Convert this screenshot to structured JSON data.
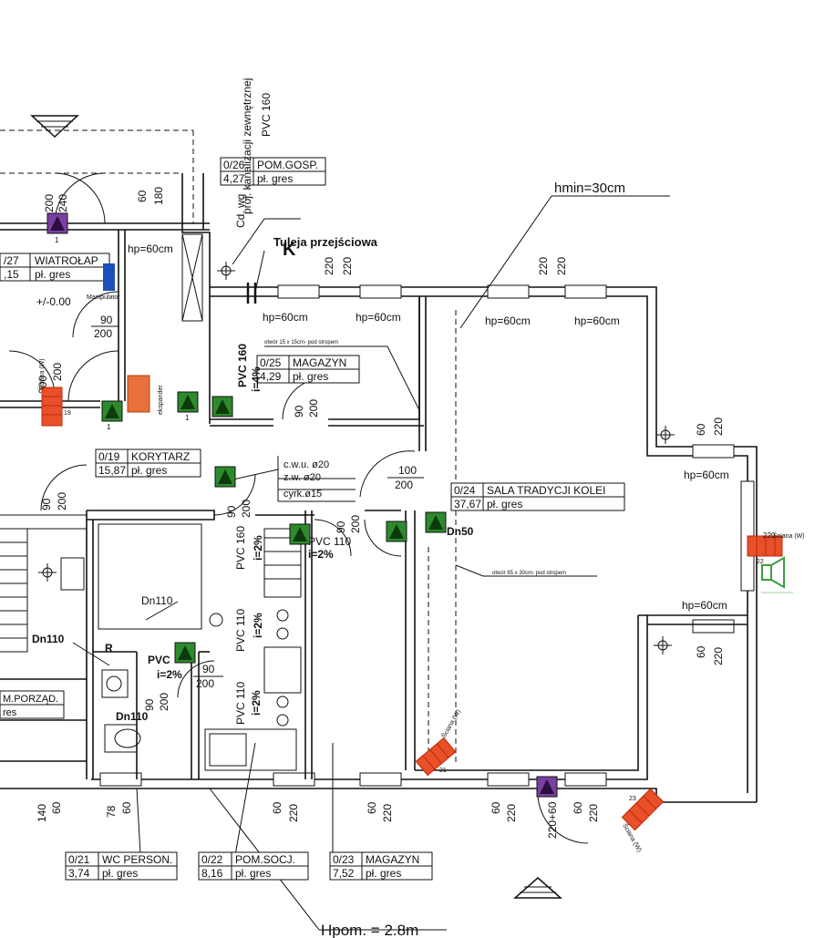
{
  "rooms": [
    {
      "id": "pom_gosp",
      "number": "0/26",
      "name": "POM.GOSP.",
      "area": "4,27",
      "floor": "pł. gres"
    },
    {
      "id": "wiatrolap",
      "number": "/27",
      "name": "WIATROŁAP",
      "area": ",15",
      "floor": "pł. gres"
    },
    {
      "id": "magazyn25",
      "number": "0/25",
      "name": "MAGAZYN",
      "area": "4,29",
      "floor": "pł. gres"
    },
    {
      "id": "korytarz",
      "number": "0/19",
      "name": "KORYTARZ",
      "area": "15,87",
      "floor": "pł. gres"
    },
    {
      "id": "sala",
      "number": "0/24",
      "name": "SALA TRADYCJI KOLEI",
      "area": "37,67",
      "floor": "pł. gres"
    },
    {
      "id": "wc",
      "number": "0/21",
      "name": "WC PERSON.",
      "area": "3,74",
      "floor": "pł. gres"
    },
    {
      "id": "socj",
      "number": "0/22",
      "name": "POM.SOCJ.",
      "area": "8,16",
      "floor": "pł. gres"
    },
    {
      "id": "magazyn23",
      "number": "0/23",
      "name": "MAGAZYN",
      "area": "7,52",
      "floor": "pł. gres"
    },
    {
      "id": "porzad",
      "number": "",
      "name": "M.PORZĄD.",
      "area": "",
      "floor": "res"
    }
  ],
  "annotations": {
    "kanal_title": "proj. kanalizacji zewnętrznej",
    "kanal_pvc": "PVC 160",
    "kanal_prefix": "Cd. wg",
    "hmin": "hmin=30cm",
    "tuleja": "Tuleja przejściowa",
    "hpom": "Hpom. = 2.8m",
    "otwor1": "otwór 15 x 15cm- pod stropem",
    "otwor2": "otwór 65 x 30cm- pod stropem",
    "level": "+/-0.00",
    "manipulator": "Manipulator",
    "ekspander": "ekspander",
    "cwu": "c.w.u. ø20",
    "zw": "z.w. ø20",
    "cyrk": "cyrk.ø15",
    "dn110a": "Dn110",
    "dn110b": "Dn110",
    "dn110c": "Dn110",
    "dn50": "Dn50",
    "pvc160a": "PVC 160",
    "slope1": "i=4%",
    "pvc160b": "PVC 160",
    "slope2": "i=2%",
    "pvc110a": "PVC 110",
    "slope3": "i=2%",
    "pvc110b": "PVC 110",
    "slope4": "i=2%",
    "pvc110c": "PVC 110",
    "slope5": "i=2%",
    "pvc_short": "PVC",
    "slope6": "i=2%",
    "hp": "hp=60cm",
    "sciana": "Ściana (W)",
    "num19": "19",
    "num21": "21",
    "num22": "22",
    "num23": "23",
    "num220": "220"
  },
  "dims": {
    "d200": "200",
    "d240": "240",
    "d60": "60",
    "d180": "180",
    "d220": "220",
    "d90": "90",
    "d100": "100",
    "d140": "140",
    "d78": "78",
    "d220_60": "220+60"
  },
  "colors": {
    "radiator": "#e8502a",
    "device_green": "#2d8a2d",
    "device_purple": "#7a3fa0",
    "manipulator_blue": "#1d4fb8",
    "ekspander": "#e8703a",
    "speaker": "#3aa040"
  }
}
